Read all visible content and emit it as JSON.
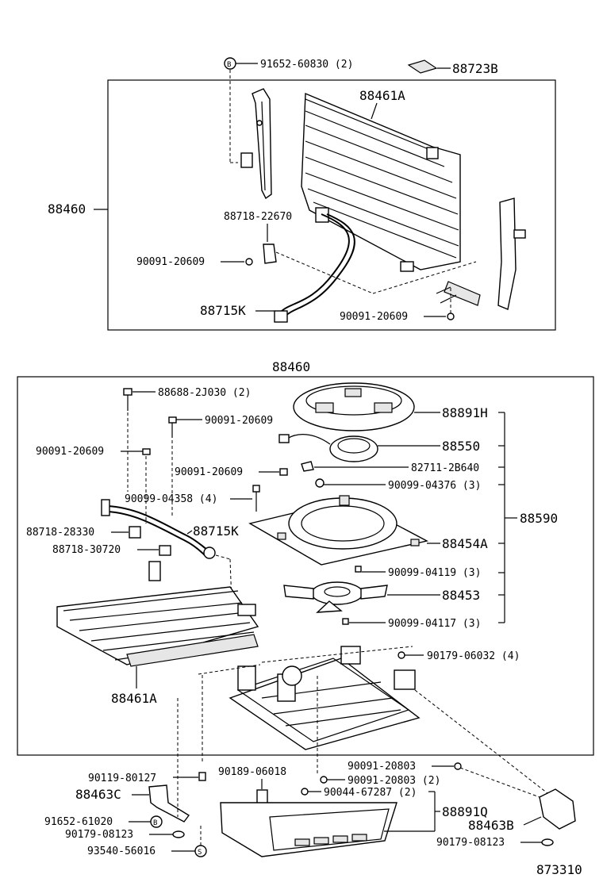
{
  "title": "",
  "figure_number": "873310",
  "assembly_top": {
    "code": "88460",
    "labels": {
      "bolt_top": "91652-60830 (2)",
      "label_plate": "88723B",
      "condenser": "88461A",
      "bracket_clamp": "88718-22670",
      "bolt_left": "90091-20609",
      "hose": "88715K",
      "bolt_right": "90091-20609"
    },
    "bolt_top_marker": "B"
  },
  "assembly_bottom": {
    "code": "88460",
    "group_code": "88590",
    "labels": {
      "bolt_88688": "88688-2J030 (2)",
      "bolt_a": "90091-20609",
      "bolt_b": "90091-20609",
      "bolt_c": "90091-20609",
      "shroud_top": "88891H",
      "motor": "88550",
      "connector": "82711-2B640",
      "screw_a": "90099-04376 (3)",
      "screw_b": "90099-04358 (4)",
      "clamp_a": "88718-28330",
      "hose": "88715K",
      "clamp_b": "88718-30720",
      "fan_shroud": "88454A",
      "screw_c": "90099-04119 (3)",
      "fan": "88453",
      "screw_d": "90099-04117 (3)",
      "condenser": "88461A",
      "nut": "90179-06032 (4)"
    }
  },
  "below": {
    "labels": {
      "bolt_90119": "90119-80127",
      "bolt_90189": "90189-06018",
      "bolt_20803a": "90091-20803",
      "bolt_20803b": "90091-20803 (2)",
      "bracket_c": "88463C",
      "clip": "90044-67287 (2)",
      "cover": "88891Q",
      "bolt_91652": "91652-61020",
      "bracket_b": "88463B",
      "nut_left": "90179-08123",
      "nut_right": "90179-08123",
      "bolt_93540": "93540-56016"
    },
    "marker_b": "B",
    "marker_s": "S"
  }
}
